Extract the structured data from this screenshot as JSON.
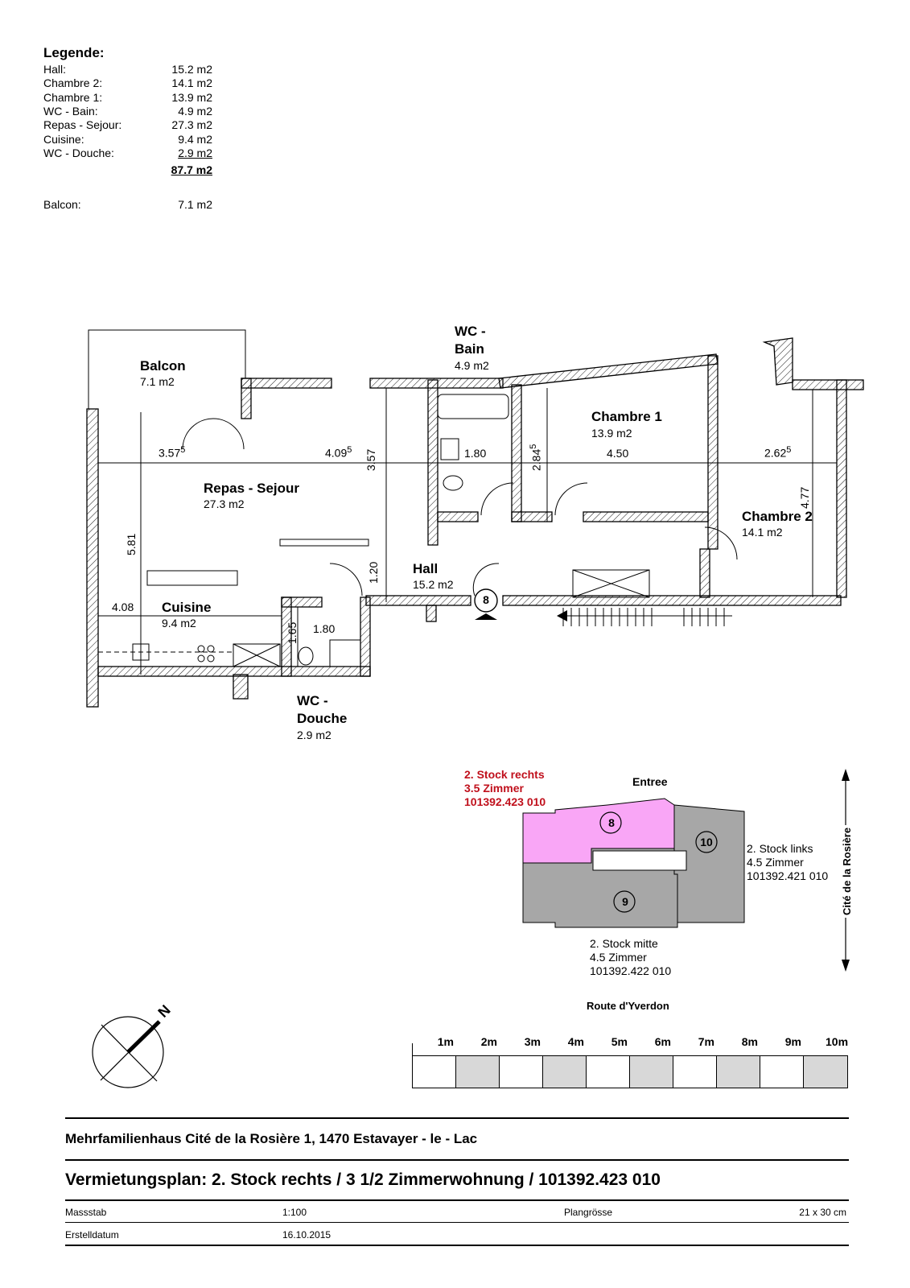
{
  "legend": {
    "title": "Legende:",
    "rows": [
      {
        "label": "Hall:",
        "value": "15.2 m2"
      },
      {
        "label": "Chambre 2:",
        "value": "14.1 m2"
      },
      {
        "label": "Chambre 1:",
        "value": "13.9 m2"
      },
      {
        "label": "WC - Bain:",
        "value": "4.9 m2"
      },
      {
        "label": "Repas - Sejour:",
        "value": "27.3 m2"
      },
      {
        "label": "Cuisine:",
        "value": "9.4 m2"
      },
      {
        "label": "WC - Douche:",
        "value": "2.9 m2"
      }
    ],
    "total": "87.7 m2",
    "balcon_label": "Balcon:",
    "balcon_value": "7.1 m2"
  },
  "rooms": {
    "balcon": {
      "name": "Balcon",
      "area": "7.1 m2"
    },
    "wc_bain": {
      "name1": "WC -",
      "name2": "Bain",
      "area": "4.9 m2"
    },
    "chambre1": {
      "name": "Chambre 1",
      "area": "13.9 m2"
    },
    "chambre2": {
      "name": "Chambre 2",
      "area": "14.1 m2"
    },
    "sejour": {
      "name": "Repas - Sejour",
      "area": "27.3 m2"
    },
    "hall": {
      "name": "Hall",
      "area": "15.2 m2"
    },
    "cuisine": {
      "name": "Cuisine",
      "area": "9.4 m2"
    },
    "wc_douche": {
      "name1": "WC -",
      "name2": "Douche",
      "area": "2.9 m2"
    }
  },
  "dimensions": {
    "d1": "3.57",
    "d1s": "5",
    "d2": "4.09",
    "d2s": "5",
    "d3": "1.80",
    "d4": "4.50",
    "d5": "2.62",
    "d5s": "5",
    "d6": "3.57",
    "d7": "2.84",
    "d7s": "5",
    "d8": "4.77",
    "d9": "5.81",
    "d10": "1.20",
    "d11": "4.08",
    "d12": "1.65",
    "d13": "1.80"
  },
  "entrance_number": "8",
  "keyplan": {
    "highlight_color": "#f9a6f6",
    "unit_color": "#a7a7a7",
    "selected": {
      "line1": "2. Stock rechts",
      "line2": "3.5 Zimmer",
      "line3": "101392.423 010"
    },
    "entree": "Entree",
    "links": {
      "number": "10",
      "line1": "2. Stock links",
      "line2": "4.5 Zimmer",
      "line3": "101392.421 010"
    },
    "mitte": {
      "number": "9",
      "line1": "2. Stock mitte",
      "line2": "4.5 Zimmer",
      "line3": "101392.422 010"
    },
    "rechts_number": "8",
    "street_side": "Cité de la Rosière",
    "street_bottom": "Route d'Yverdon"
  },
  "north": "N",
  "scale_bar": [
    "1m",
    "2m",
    "3m",
    "4m",
    "5m",
    "6m",
    "7m",
    "8m",
    "9m",
    "10m"
  ],
  "footer": {
    "address": "Mehrfamilienhaus Cité de la Rosière 1, 1470 Estavayer - le - Lac",
    "title": "Vermietungsplan: 2. Stock rechts / 3 1/2 Zimmerwohnung / 101392.423 010",
    "massstab_label": "Massstab",
    "massstab_value": "1:100",
    "plangroesse_label": "Plangrösse",
    "plangroesse_value": "21 x 30 cm",
    "datum_label": "Erstelldatum",
    "datum_value": "16.10.2015"
  }
}
